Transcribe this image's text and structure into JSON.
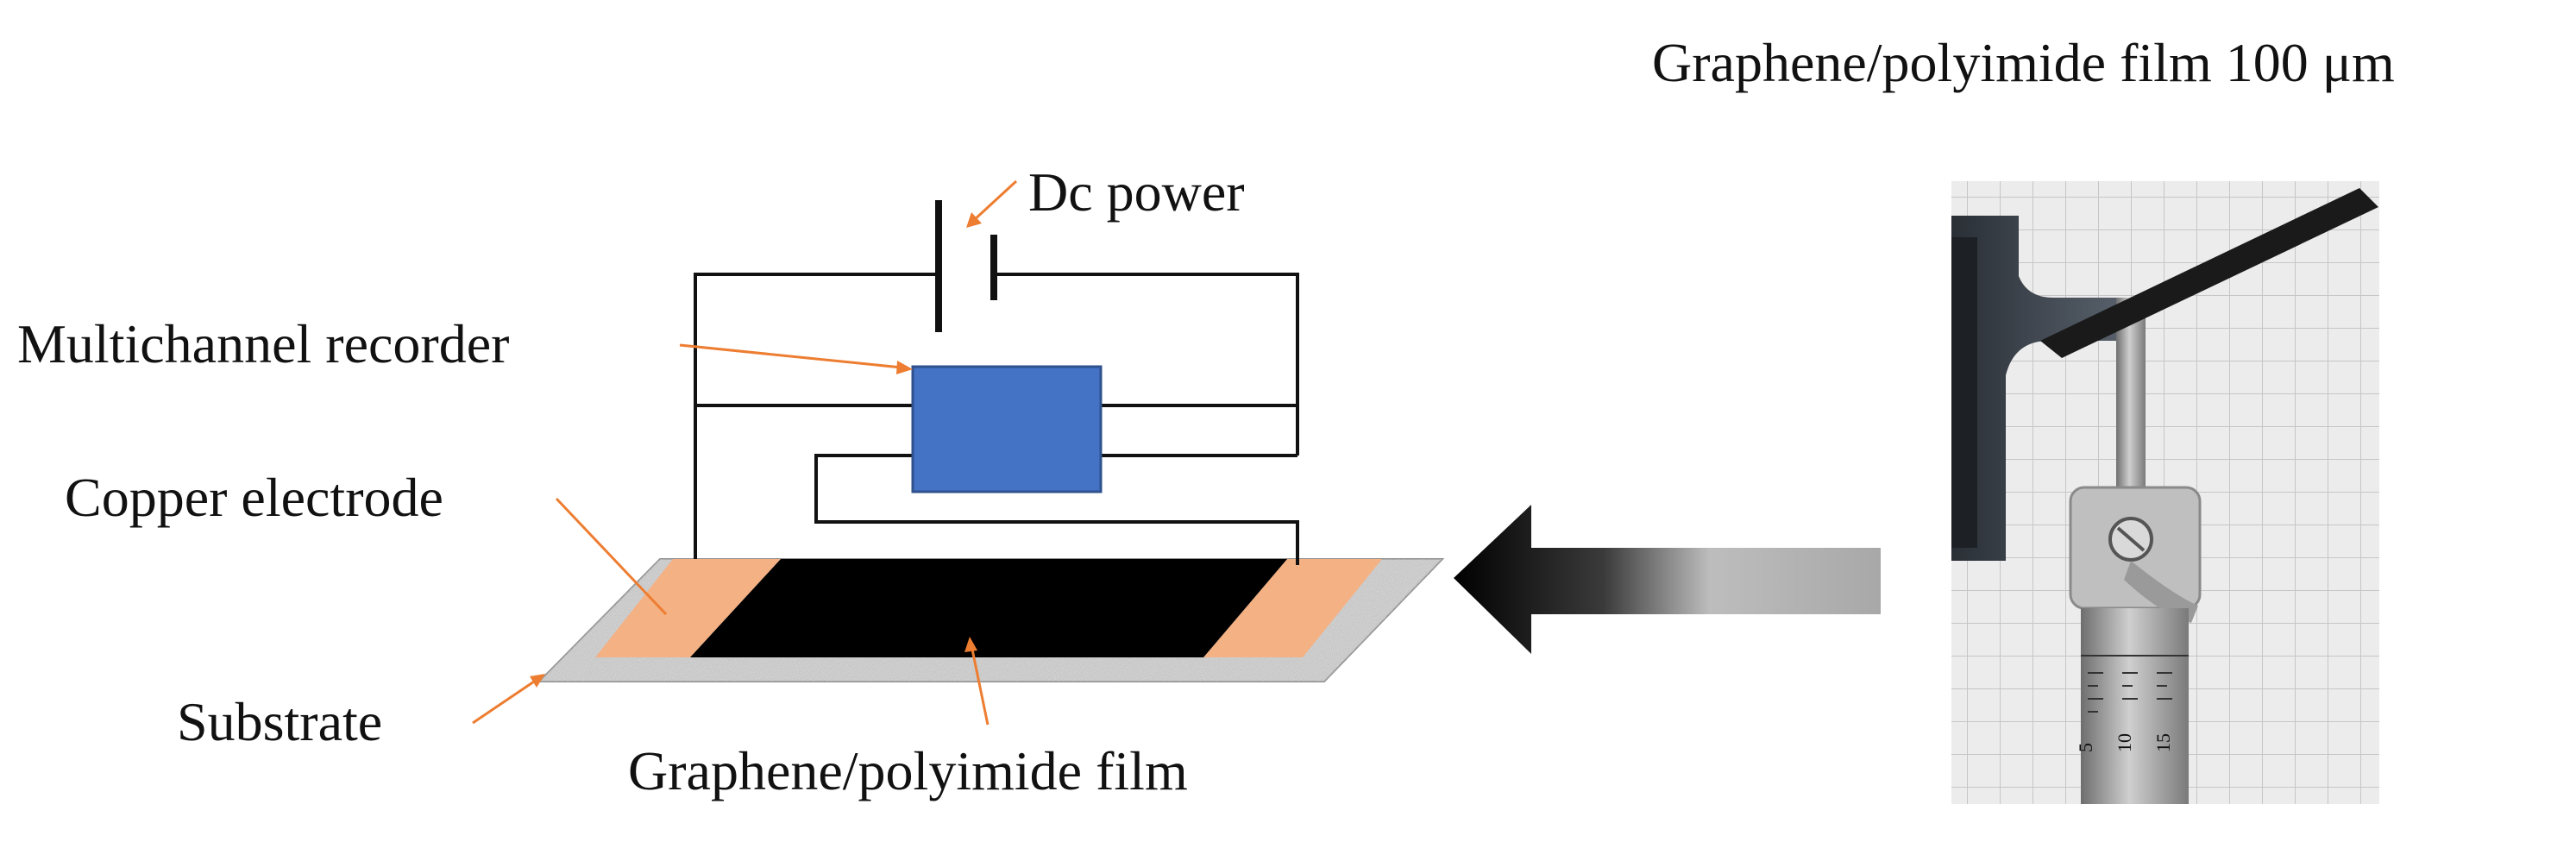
{
  "labels": {
    "dc_power": "Dc power",
    "recorder": "Multichannel recorder",
    "copper_electrode": "Copper electrode",
    "substrate": "Substrate",
    "film": "Graphene/polyimide film",
    "photo_caption": "Graphene/polyimide film 100 μm"
  },
  "micrometer_scale": [
    "5",
    "10",
    "15"
  ],
  "colors": {
    "wire": "#111111",
    "recorder_fill": "#4472c4",
    "recorder_stroke": "#2f528f",
    "copper": "#f4b183",
    "film": "#000000",
    "leader_arrow": "#ed7d31",
    "substrate": "#c4c4c4"
  }
}
